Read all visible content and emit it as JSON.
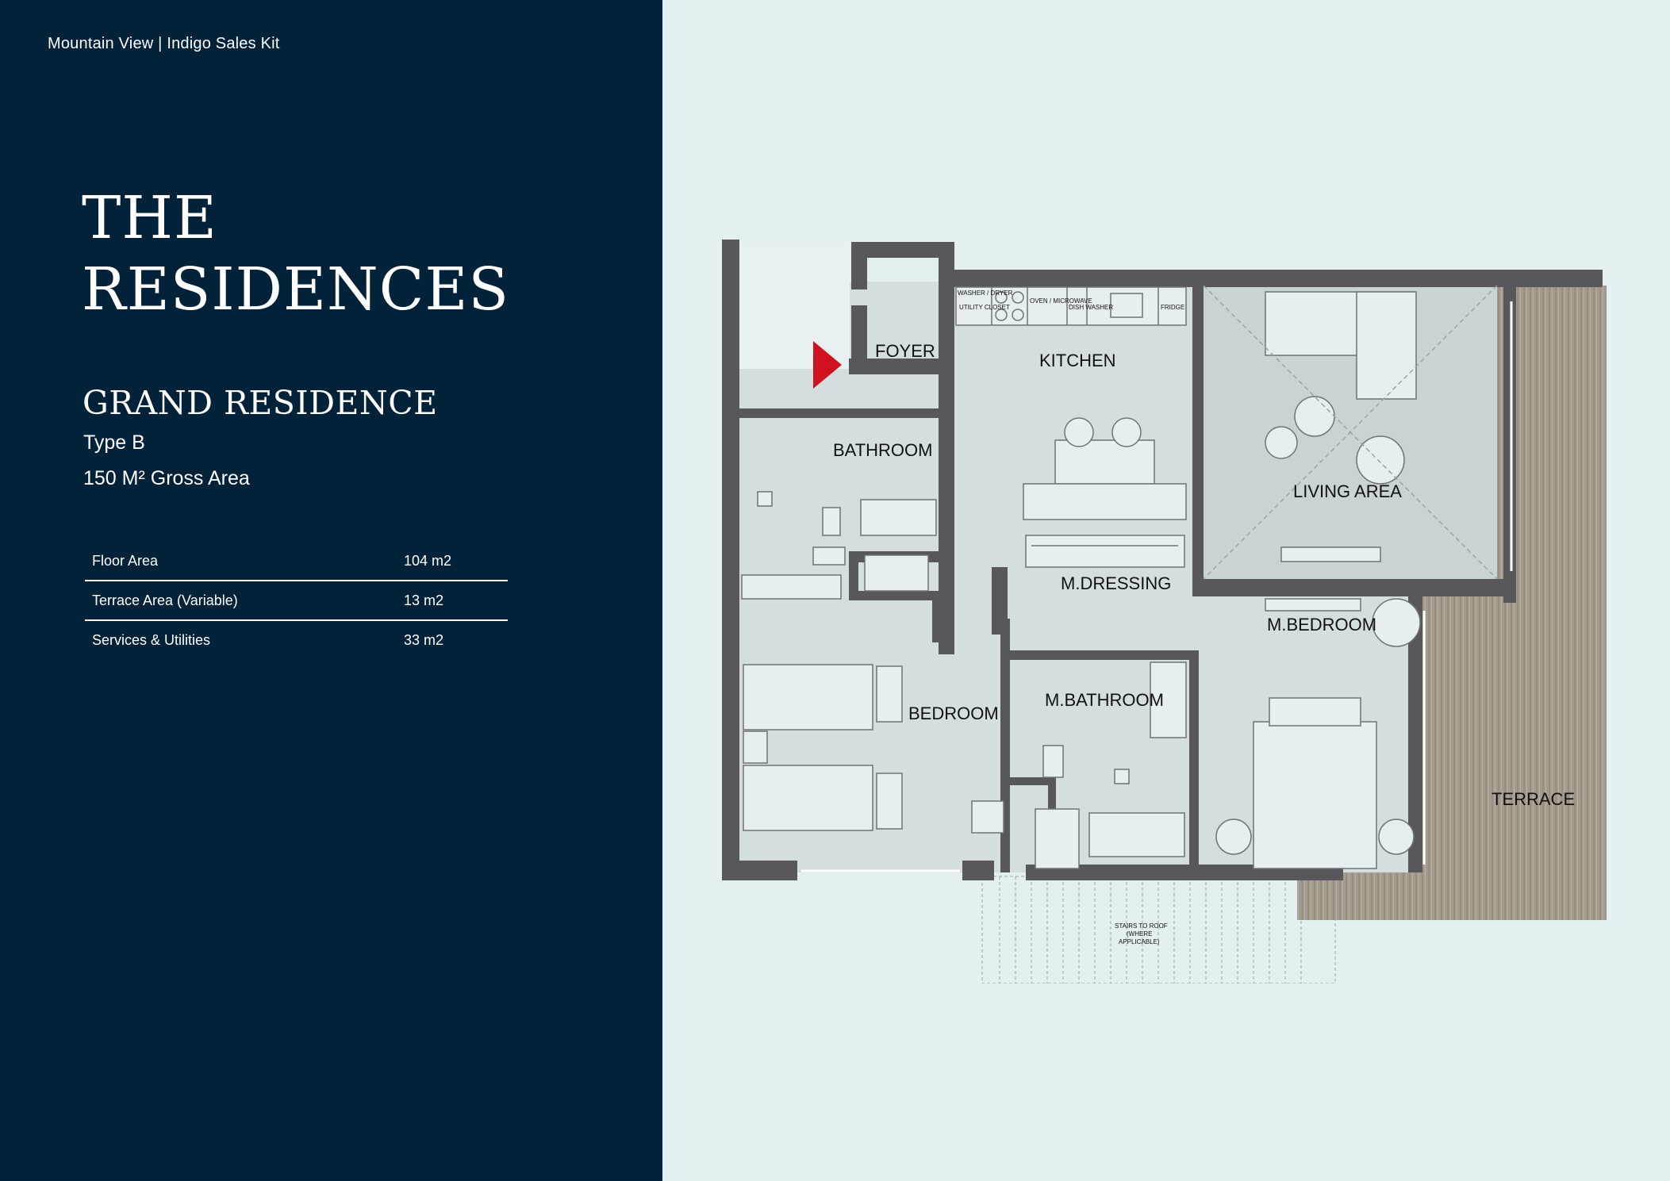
{
  "header": {
    "kit_label": "Mountain View | Indigo Sales Kit"
  },
  "page_title": "THE RESIDENCES",
  "unit": {
    "name": "GRAND RESIDENCE",
    "type": "Type B",
    "gross_area": "150 M² Gross Area"
  },
  "specs": [
    {
      "label": "Floor Area",
      "value": "104  m2"
    },
    {
      "label": "Terrace Area (Variable)",
      "value": "13 m2"
    },
    {
      "label": "Services & Utilities",
      "value": "33 m2"
    }
  ],
  "floor_plan": {
    "rooms": {
      "foyer": "FOYER",
      "kitchen": "KITCHEN",
      "living": "LIVING AREA",
      "bathroom": "BATHROOM",
      "dressing": "M.DRESSING",
      "master_bedroom": "M.BEDROOM",
      "bedroom": "BEDROOM",
      "master_bathroom": "M.BATHROOM",
      "terrace": "TERRACE"
    },
    "fixtures": {
      "washer": "WASHER / DRYER",
      "utility": "UTILITY CLOSET",
      "oven": "OVEN / MICROWAVE",
      "dishwasher": "DISH WASHER",
      "fridge": "FRIDGE",
      "stairs_1": "STAIRS TO ROOF",
      "stairs_2": "(WHERE",
      "stairs_3": "APPLICABLE)"
    },
    "colors": {
      "wall": "#58575b",
      "floor": "#d4dee0",
      "terrace": "#a29a8c",
      "entry_marker": "#d0121f"
    }
  }
}
